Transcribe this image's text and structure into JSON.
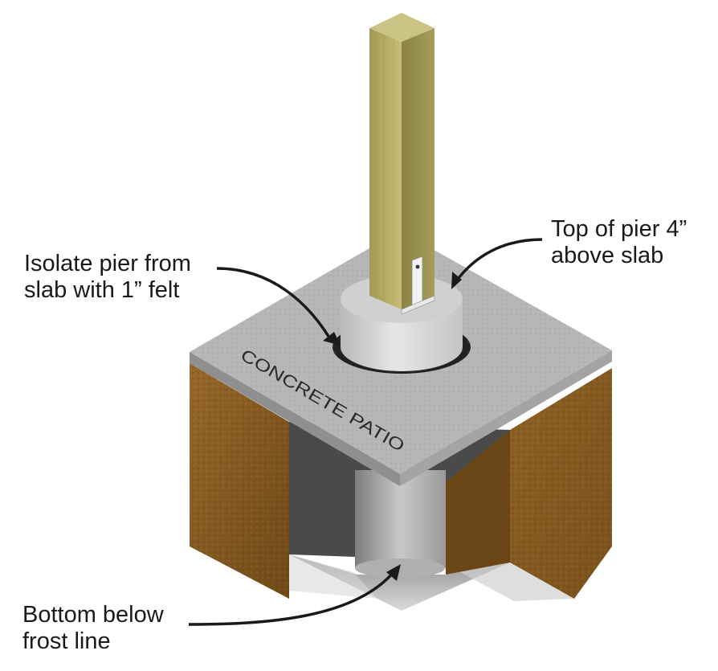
{
  "slab_label": "CONCRETE PATIO",
  "callouts": {
    "isolate": {
      "line1": "Isolate pier from",
      "line2": "slab with 1” felt"
    },
    "top": {
      "line1": "Top of pier 4”",
      "line2": "above slab"
    },
    "bottom": {
      "line1": "Bottom below",
      "line2": "frost line"
    }
  },
  "colors": {
    "post": "#b9b169",
    "slab_top": "#b3b3b3",
    "pier": "#d3d3d3",
    "soil": "#8a5e22",
    "text": "#1a1a1a"
  }
}
